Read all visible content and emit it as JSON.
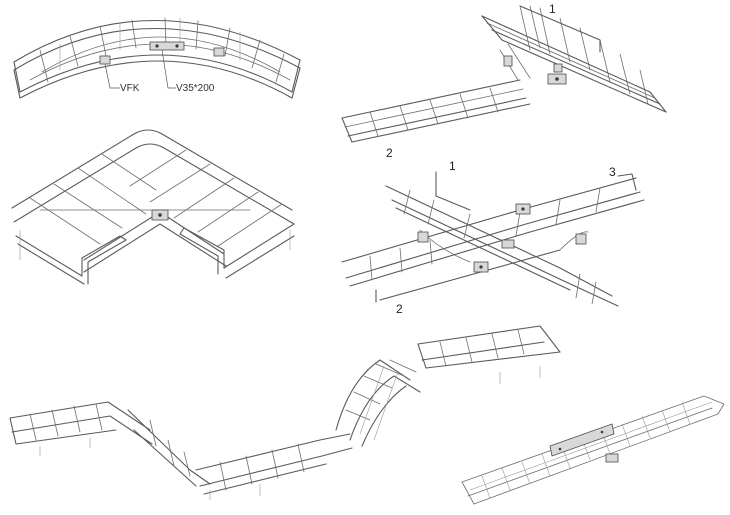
{
  "callouts": {
    "connector_a": "VFK",
    "connector_b": "V35*200"
  },
  "port_numbers": {
    "tee_1": "1",
    "tee_2": "2",
    "cross_1": "1",
    "cross_2": "2",
    "cross_3": "3"
  },
  "colors": {
    "wire": "#5a5a5a",
    "plate": "#d8d8d8",
    "background": "#ffffff"
  }
}
